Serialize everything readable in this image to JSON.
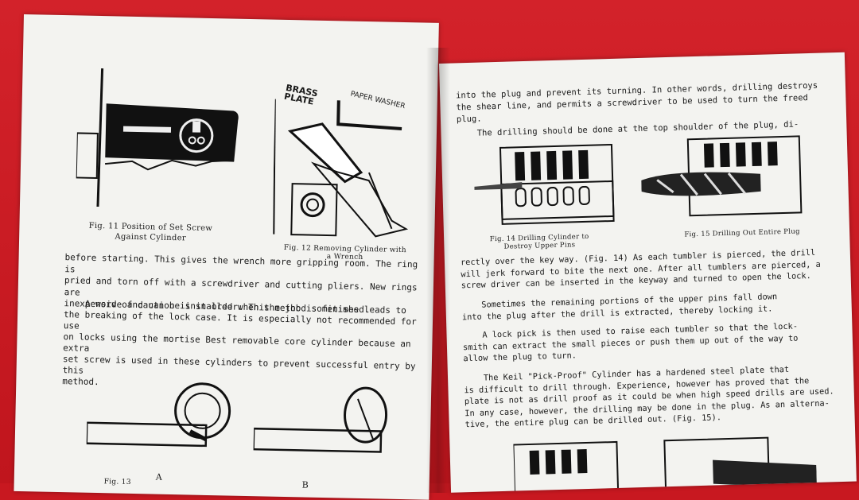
{
  "left_page": {
    "fig11_caption": "Fig. 11 Position of Set Screw Against Cylinder",
    "fig12_caption": "Fig. 12 Removing Cylinder with a Wrench",
    "fig12_label_brass": "BRASS PLATE",
    "fig12_label_washer": "PAPER WASHER",
    "para1": "before starting. This gives the wrench more gripping room. The ring is\npried and torn off with a screwdriver and cutting pliers. New rings are\ninexpensive and can be installed when the job is finished.",
    "para2": "    A word of caution is in order: This method sometimes leads to\nthe breaking of the lock case. It is especially not recommended for use\non locks using the mortise Best removable core cylinder because an extra\nset screw is used in these cylinders to prevent successful entry by this\nmethod.",
    "figA_label": "A",
    "figB_label": "B",
    "fig13_partial": "Fig. 13"
  },
  "right_page": {
    "para1": "into the plug and prevent its turning. In other words, drilling destroys\nthe shear line, and permits a screwdriver to be used to turn the freed\nplug.",
    "para2": "    The drilling should be done at the top shoulder of the plug, di-",
    "fig14_caption": "Fig. 14 Drilling Cylinder to Destroy Upper Pins",
    "fig15_caption": "Fig. 15 Drilling Out Entire Plug",
    "para3": "rectly over the key way. (Fig. 14) As each tumbler is pierced, the drill\nwill jerk forward to bite the next one. After all tumblers are pierced, a\nscrew driver can be inserted in the keyway and turned to open the lock.",
    "para4": "    Sometimes the remaining portions of the upper pins fall down\ninto the plug after the drill is extracted, thereby locking it.",
    "para5": "    A lock pick is then used to raise each tumbler so that the lock-\nsmith can extract the small pieces or push them up out of the way to\nallow the plug to turn.",
    "para6": "    The Keil \"Pick-Proof\" Cylinder has a hardened steel plate that\nis difficult to drill through. Experience, however has proved that the\nplate is not as drill proof as it could be when high speed drills are used.\nIn any case, however, the drilling may be done in the plug. As an alterna-\ntive, the entire plug can be drilled out. (Fig. 15)."
  }
}
